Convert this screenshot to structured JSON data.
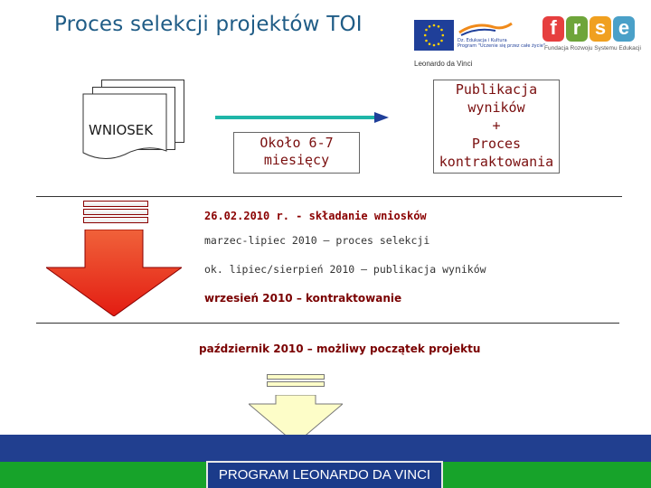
{
  "title": "Proces selekcji projektów TOI",
  "logos": {
    "eu_text": "Dz. Edukacja i Kultura\nProgram \"Uczenie się przez całe życie\"",
    "eu_sub": "Leonardo da Vinci",
    "frse_caption": "Fundacja Rozwoju Systemu Edukacji",
    "frse_letters": [
      "f",
      "r",
      "s",
      "e"
    ],
    "colors": {
      "f": "#e63f3f",
      "r": "#6ea53a",
      "s": "#f0a020",
      "e": "#4aa0c8"
    }
  },
  "flow": {
    "doc_label": "WNIOSEK",
    "duration_line1": "Około 6-7",
    "duration_line2": "miesięcy",
    "result_lines": [
      "Publikacja",
      "wyników",
      "+",
      "Proces",
      "kontraktowania"
    ]
  },
  "timeline": {
    "item1": "26.02.2010 r. - składanie wniosków",
    "item2": "marzec-lipiec 2010 – proces selekcji",
    "item3": "ok. lipiec/sierpień 2010 – publikacja wyników",
    "item4": "wrzesień 2010 – kontraktowanie",
    "item5": "październik 2010 – możliwy początek projektu"
  },
  "footer": {
    "label": "PROGRAM LEONARDO DA VINCI"
  },
  "colors": {
    "title": "#1f5c86",
    "arrow_teal": "#1fb6a8",
    "arrow_red": "#e8241a",
    "arrow_yellow": "#fdfdc8",
    "footer_blue": "#213f8f",
    "footer_green": "#17a32a"
  }
}
